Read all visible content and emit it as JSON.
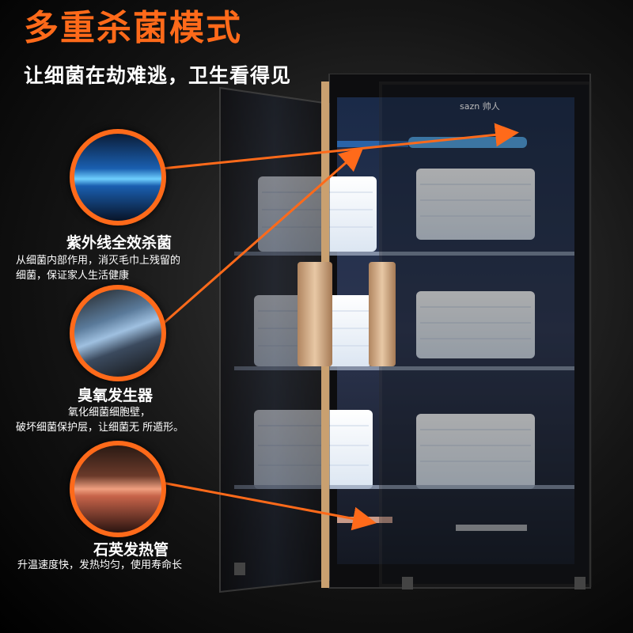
{
  "headline": "多重杀菌模式",
  "subheadline": "让细菌在劫难逃，卫生看得见",
  "brand": "sazn 帅人",
  "features": [
    {
      "title": "紫外线全效杀菌",
      "desc_line1": "从细菌内部作用，消灭毛巾上残留的",
      "desc_line2": "细菌，保证家人生活健康"
    },
    {
      "title": "臭氧发生器",
      "desc_line1": "氧化细菌细胞壁，",
      "desc_line2": "破坏细菌保护层，让细菌无 所遁形。"
    },
    {
      "title": "石英发热管",
      "desc_line1": "升温速度快，发热均匀，使用寿命长",
      "desc_line2": ""
    }
  ],
  "colors": {
    "accent": "#ff6a1a",
    "uv_light": "#4aa8ff",
    "door_trim": "#c9a070"
  }
}
